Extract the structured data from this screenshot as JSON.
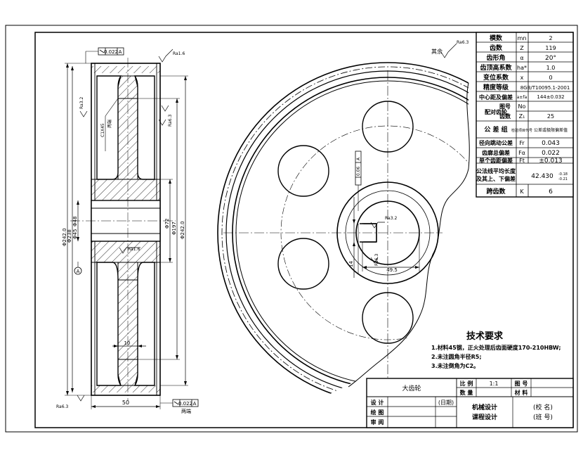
{
  "param_table": {
    "rows": [
      {
        "name": "模数",
        "sym": "mn",
        "val": "2"
      },
      {
        "name": "齿数",
        "sym": "Z",
        "val": "119"
      },
      {
        "name": "齿形角",
        "sym": "α",
        "val": "20°"
      },
      {
        "name": "齿顶高系数",
        "sym": "ha*",
        "val": "1.0"
      },
      {
        "name": "变位系数",
        "sym": "x",
        "val": "0"
      },
      {
        "name": "精度等级",
        "sym": "",
        "val": "8GB/T10095.1-2001"
      },
      {
        "name": "中心距及偏差",
        "sym": "a±fa",
        "val": "144±0.032"
      }
    ],
    "mating_label": "配对齿轮",
    "mating_drawing_label": "图号",
    "mating_drawing_sym": "No",
    "mating_teeth_label": "齿数",
    "mating_teeth_sym": "Z₁",
    "mating_teeth_val": "25",
    "tolerance_group_label": "公 差 组",
    "tolerance_col2": "检验项目代号",
    "tolerance_col3": "公差或极限偏差值",
    "tol_rows": [
      {
        "name": "径向跳动公差",
        "sym": "Fr",
        "val": "0.043"
      },
      {
        "name": "齿廓总偏差",
        "sym": "Fα",
        "val": "0.022"
      },
      {
        "name": "单个齿距偏差",
        "sym": "Ft",
        "val": "±0.013"
      }
    ],
    "wk_label_1": "公法线平均长度",
    "wk_label_2": "及其上、下偏差",
    "wk_val": "42.430",
    "wk_dev_up": "-0.18",
    "wk_dev_dn": "-0.21",
    "span_label": "跨齿数",
    "span_sym": "K",
    "span_val": "6"
  },
  "tech_req": {
    "title": "技术要求",
    "items": [
      "1.材料45钢，正火处理后齿面硬度170-210HBW;",
      "2.未注圆角半径R5;",
      "3.未注倒角为C2。"
    ]
  },
  "title_block": {
    "part_name": "大齿轮",
    "scale_label": "比 例",
    "scale_val": "1:1",
    "drawing_no_label": "图 号",
    "qty_label": "数 量",
    "material_label": "材 料",
    "design_label": "设 计",
    "date_label": "(日期)",
    "draw_label": "绘 图",
    "review_label": "审 阅",
    "course_1": "机械设计",
    "course_2": "课程设计",
    "school": "(校 名)",
    "class": "(班 号)"
  },
  "annotations": {
    "runout_top": "0.022",
    "runout_top_datum": "A",
    "runout_bot": "0.022",
    "runout_bot_datum": "A",
    "rough_top": "Ra1.6",
    "rough_left": "Ra3.2",
    "rough_web": "Ra6.3",
    "rough_bore": "Ra1.6",
    "rough_bot": "Ra6.3",
    "rough_key": "Ra3.2",
    "rough_key2": "Ra6.3",
    "rough_rest_label": "其余",
    "rough_rest": "Ra6.3",
    "chamfer": "C1X45",
    "chamfer_note": "两端",
    "dia_outer": "Φ242.0",
    "dia_root": "Φ238",
    "dia_hub": "Φ72",
    "dia_rim": "Φ197",
    "dia_bore": "Φ45",
    "dia_web": "Φ48",
    "width_bot": "50",
    "web_thk": "10",
    "both_ends": "两端",
    "key_width": "14",
    "key_depth": "49.5",
    "sym_tol": "0.06",
    "sym_datum": "A",
    "datum_A": "A"
  }
}
